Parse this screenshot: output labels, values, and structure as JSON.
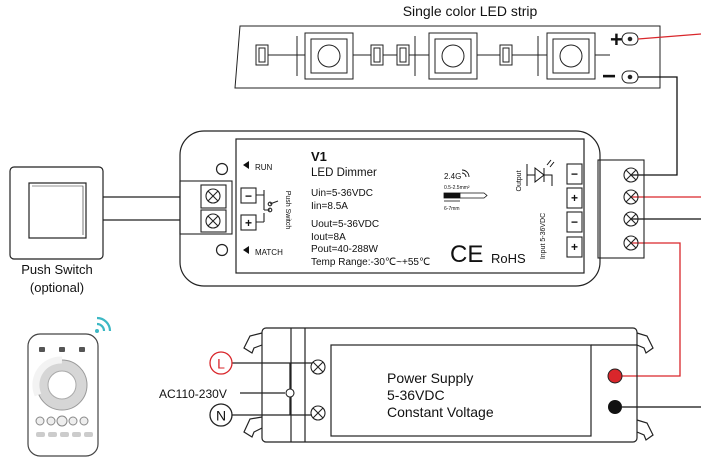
{
  "strip": {
    "title": "Single color LED strip",
    "plus": "+",
    "minus": "−"
  },
  "controller": {
    "model": "V1",
    "name": "LED Dimmer",
    "uin": "Uin=5-36VDC",
    "iin": "Iin=8.5A",
    "uout": "Uout=5-36VDC",
    "iout": "Iout=8A",
    "pout": "Pout=40-288W",
    "temp": "Temp Range:-30℃~+55℃",
    "run": "RUN",
    "match": "MATCH",
    "push_switch_label": "Push Switch",
    "freq": "2.4G",
    "wire_size": "0.5-2.5mm²",
    "strip_len": "6-7mm",
    "ce": "CE",
    "rohs": "RoHS",
    "output": "Output",
    "input": "Input 5-36VDC",
    "minus": "−",
    "plus": "+"
  },
  "push_switch": {
    "line1": "Push Switch",
    "line2": "(optional)"
  },
  "power_supply": {
    "line1": "Power Supply",
    "line2": "5-36VDC",
    "line3": "Constant Voltage",
    "ac_label": "AC110-230V",
    "l": "L",
    "n": "N"
  },
  "colors": {
    "red_wire": "#d9262b",
    "black": "#111111",
    "outline": "#222222"
  }
}
